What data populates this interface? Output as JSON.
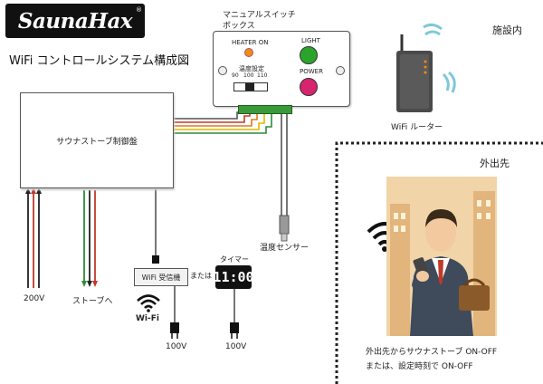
{
  "logo": {
    "text": "SaunaHax",
    "mark": "®"
  },
  "title": "WiFi コントロールシステム構成図",
  "switch_box": {
    "label_line1": "マニュアルスイッチ",
    "label_line2": "ボックス",
    "heater_label": "HEATER ON",
    "light_label": "LIGHT",
    "power_label": "POWER",
    "temp_label": "温度設定",
    "temp_values": [
      "90",
      "100",
      "110"
    ]
  },
  "controller": {
    "label": "サウナストーブ制御盤"
  },
  "sensor_label": "温度センサー",
  "power_200": "200V",
  "stove_label": "ストーブへ",
  "receiver": {
    "label": "WiFi 受信機",
    "or_label": "または",
    "wifi_label": "Wi-Fi",
    "power": "100V"
  },
  "timer": {
    "label": "タイマー",
    "display": "11:00",
    "power": "100V"
  },
  "facility_label": "施設内",
  "router_label": "WiFi ルーター",
  "outside": {
    "label": "外出先",
    "caption_line1": "外出先からサウナストーブ ON-OFF",
    "caption_line2": "または、設定時刻で ON-OFF"
  },
  "colors": {
    "wire_red": "#c0392b",
    "wire_green": "#2e8b3a",
    "wire_yellow": "#e0b800",
    "wire_orange": "#e07a1f",
    "terminal_green": "#3a9a3a",
    "light_led": "#2aa52a",
    "power_led": "#d6246e",
    "heater_led": "#f08a1a"
  },
  "icons": [
    "wifi-icon",
    "router-icon",
    "businessman-illustration",
    "temperature-sensor-icon",
    "plug-icon"
  ]
}
